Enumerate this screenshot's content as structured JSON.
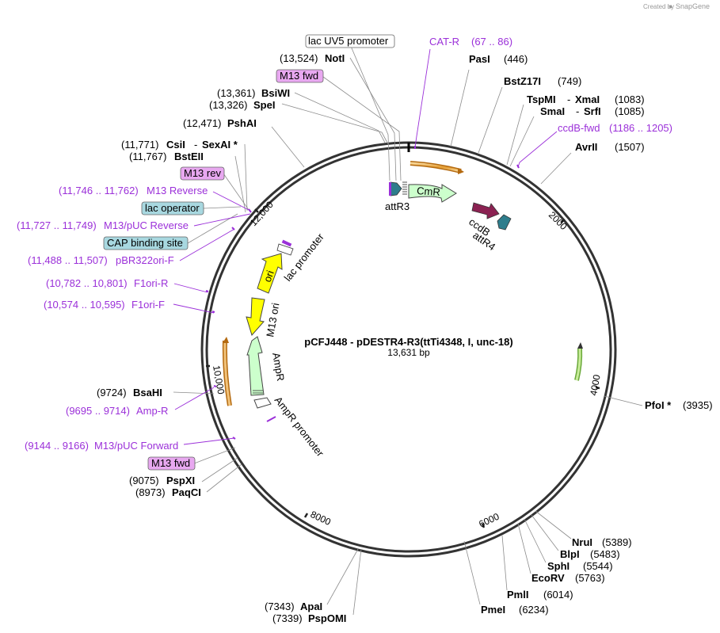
{
  "credit": {
    "created_by": "Created by",
    "brand": "SnapGene"
  },
  "plasmid": {
    "name": "pCFJ448 - pDESTR4-R3(ttTi4348, I, unc-18)",
    "size": "13,631 bp"
  },
  "ruler_ticks": [
    "2000",
    "4000",
    "6000",
    "8000",
    "10,000",
    "12,000"
  ],
  "features": {
    "cmr": "CmR",
    "attr3": "attR3",
    "ccdb": "ccdB",
    "attr4": "attR4",
    "lac_promoter": "lac promoter",
    "ori": "ori",
    "m13_ori": "M13 ori",
    "ampr": "AmpR",
    "ampr_promoter": "AmpR promoter"
  },
  "boxed_labels": {
    "lac_uv5": "lac UV5 promoter",
    "m13_fwd_top": "M13 fwd",
    "m13_rev": "M13 rev",
    "lac_operator": "lac operator",
    "cap_binding": "CAP binding site",
    "m13_fwd_bottom": "M13 fwd"
  },
  "enzymes": {
    "noti": {
      "pos": "(13,524)",
      "name": "NotI"
    },
    "bsiwi": {
      "pos": "(13,361)",
      "name": "BsiWI"
    },
    "spei": {
      "pos": "(13,326)",
      "name": "SpeI"
    },
    "pshai": {
      "pos": "(12,471)",
      "name": "PshAI"
    },
    "csii": {
      "pos": "(11,771)",
      "name": "CsiI",
      "sep": "-",
      "name2": "SexAI *"
    },
    "bsteii": {
      "pos": "(11,767)",
      "name": "BstEII"
    },
    "pasi": {
      "pos": "(446)",
      "name": "PasI"
    },
    "bstz17i": {
      "pos": "(749)",
      "name": "BstZ17I"
    },
    "tspmi": {
      "name": "TspMI",
      "sep": "-",
      "name2": "XmaI",
      "pos": "(1083)"
    },
    "smai": {
      "name": "SmaI",
      "sep": "-",
      "name2": "SrfI",
      "pos": "(1085)"
    },
    "avrii": {
      "name": "AvrII",
      "pos": "(1507)"
    },
    "pfoi": {
      "name": "PfoI *",
      "pos": "(3935)"
    },
    "nrui": {
      "name": "NruI",
      "pos": "(5389)"
    },
    "blpi": {
      "name": "BlpI",
      "pos": "(5483)"
    },
    "sphi": {
      "name": "SphI",
      "pos": "(5544)"
    },
    "ecorv": {
      "name": "EcoRV",
      "pos": "(5763)"
    },
    "pmli": {
      "name": "PmlI",
      "pos": "(6014)"
    },
    "pmei": {
      "name": "PmeI",
      "pos": "(6234)"
    },
    "apai": {
      "pos": "(7343)",
      "name": "ApaI"
    },
    "pspomi": {
      "pos": "(7339)",
      "name": "PspOMI"
    },
    "bsahi": {
      "pos": "(9724)",
      "name": "BsaHI"
    },
    "pspxi": {
      "pos": "(9075)",
      "name": "PspXI"
    },
    "paqci": {
      "pos": "(8973)",
      "name": "PaqCI"
    }
  },
  "primers": {
    "cat_r": {
      "name": "CAT-R",
      "range": "(67 .. 86)"
    },
    "ccdb_fwd": {
      "name": "ccdB-fwd",
      "range": "(1186 .. 1205)"
    },
    "m13_reverse": {
      "range": "(11,746 .. 11,762)",
      "name": "M13 Reverse"
    },
    "m13_puc_reverse": {
      "range": "(11,727 .. 11,749)",
      "name": "M13/pUC Reverse"
    },
    "pbr322ori_f": {
      "range": "(11,488 .. 11,507)",
      "name": "pBR322ori-F"
    },
    "f1ori_r": {
      "range": "(10,782 .. 10,801)",
      "name": "F1ori-R"
    },
    "f1ori_f": {
      "range": "(10,574 .. 10,595)",
      "name": "F1ori-F"
    },
    "amp_r": {
      "range": "(9695 .. 9714)",
      "name": "Amp-R"
    },
    "m13_puc_forward": {
      "range": "(9144 .. 9166)",
      "name": "M13/pUC Forward"
    }
  },
  "colors": {
    "backbone": "#333333",
    "primer": "#9b30d9",
    "cmr_fill": "#ccffcc",
    "ampr_fill": "#ccffcc",
    "ori_fill": "#ffff00",
    "ccdb_fill": "#8b2252",
    "att_fill": "#2e7d8c",
    "promoter_fill": "#ffffff",
    "orange_arrow": "#e8a33d",
    "green_arrow": "#a6d96a",
    "lac_box_fill": "#a8d8e0",
    "m13_box_fill": "#e8a8f0"
  }
}
